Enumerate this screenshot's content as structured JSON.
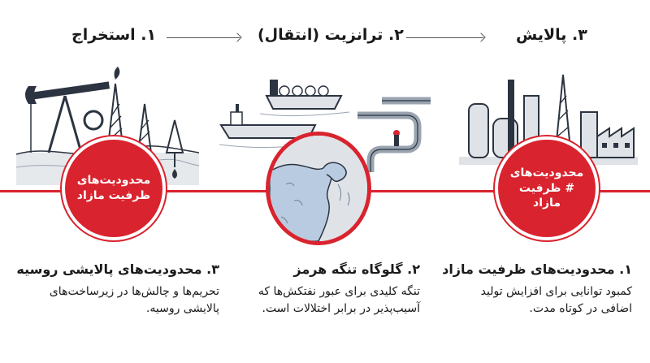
{
  "stages": [
    {
      "title": "۱. استخراج"
    },
    {
      "title": "۲. ترانزیت (انتقال)"
    },
    {
      "title": "۳. پالایش"
    }
  ],
  "badges": {
    "left": "محدودیت‌های ظرفیت مازاد",
    "right": "محدودیت‌های # ظرفیت مازاد"
  },
  "captions": {
    "left": {
      "title": "۳. محدودیت‌های پالایشی روسیه",
      "body": "تحریم‌ها و چالش‌ها در زیرساخت‌های پالایشی روسیه."
    },
    "middle": {
      "title": "۲. گلوگاه تنگه هرمز",
      "body": "تنگه کلیدی برای عبور نفتکش‌ها که آسیب‌پذیر در برابر اختلالات است."
    },
    "right": {
      "title": "۱. محدودیت‌های ظرفیت مازاد",
      "body": "کمبود توانایی برای افزایش تولید اضافی در کوتاه مدت."
    }
  },
  "colors": {
    "accent": "#d9232e",
    "ink": "#2b3440",
    "water": "#b9cbe0",
    "land": "#dfe3e8"
  }
}
